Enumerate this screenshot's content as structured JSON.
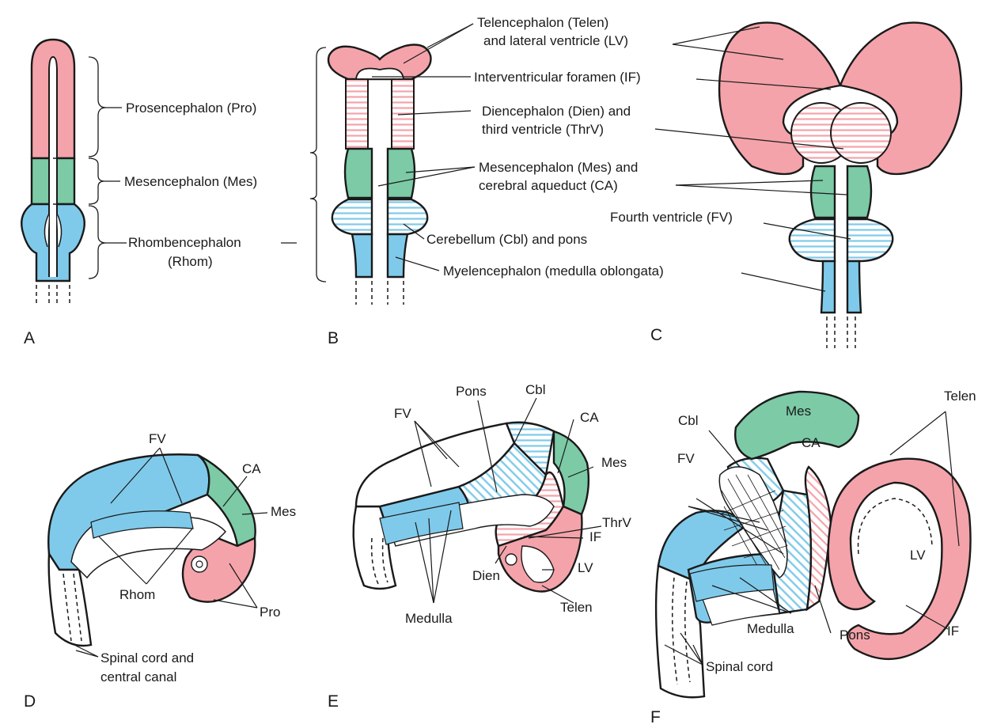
{
  "colors": {
    "prosencephalon": "#f4a3aa",
    "mesencephalon": "#7ccaa6",
    "rhombencephalon": "#7fcaea",
    "outline": "#1a1a1a"
  },
  "panels": {
    "A": {
      "letter": "A",
      "labels": {
        "pro": "Prosencephalon (Pro)",
        "mes": "Mesencephalon (Mes)",
        "rhom_1": "Rhombencephalon",
        "rhom_2": "(Rhom)"
      }
    },
    "B": {
      "letter": "B",
      "labels": {
        "telen_1": "Telencephalon (Telen)",
        "telen_2": "and lateral ventricle (LV)",
        "if": "Interventricular foramen (IF)",
        "dien_1": "Diencephalon (Dien) and",
        "dien_2": "third ventricle (ThrV)",
        "mes_1": "Mesencephalon (Mes) and",
        "mes_2": "cerebral aqueduct (CA)",
        "cbl": "Cerebellum (Cbl) and pons",
        "myel": "Myelencephalon (medulla oblongata)"
      }
    },
    "C": {
      "letter": "C",
      "labels": {
        "fv": "Fourth ventricle (FV)"
      }
    },
    "D": {
      "letter": "D",
      "labels": {
        "fv": "FV",
        "ca": "CA",
        "mes": "Mes",
        "rhom": "Rhom",
        "pro": "Pro",
        "spinal_1": "Spinal cord and",
        "spinal_2": "central canal"
      }
    },
    "E": {
      "letter": "E",
      "labels": {
        "fv": "FV",
        "pons": "Pons",
        "cbl": "Cbl",
        "ca": "CA",
        "mes": "Mes",
        "thrv": "ThrV",
        "if": "IF",
        "lv": "LV",
        "dien": "Dien",
        "telen": "Telen",
        "medulla": "Medulla"
      }
    },
    "F": {
      "letter": "F",
      "labels": {
        "mes": "Mes",
        "ca": "CA",
        "telen": "Telen",
        "cbl": "Cbl",
        "fv": "FV",
        "lv": "LV",
        "medulla": "Medulla",
        "pons": "Pons",
        "if": "IF",
        "spinal": "Spinal cord"
      }
    }
  }
}
